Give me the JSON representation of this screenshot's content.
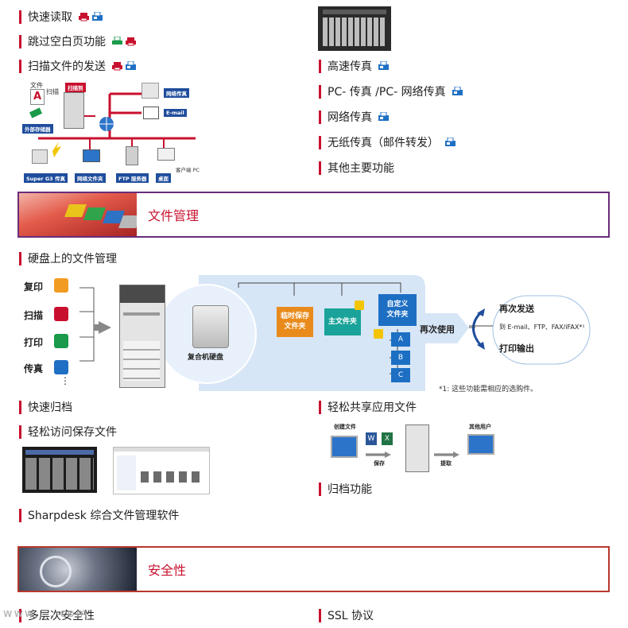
{
  "left_features_top": [
    {
      "label": "快速读取",
      "icons": [
        "printer-red-icon",
        "fax-blue-icon"
      ]
    },
    {
      "label": "跳过空白页功能",
      "icons": [
        "print-green-icon",
        "printer-red-icon"
      ]
    },
    {
      "label": "扫描文件的发送",
      "icons": [
        "printer-red-icon",
        "fax-blue-icon"
      ]
    }
  ],
  "right_features_top": [
    {
      "label": "高速传真",
      "icons": [
        "fax-blue-icon"
      ]
    },
    {
      "label": "PC- 传真 /PC- 网络传真",
      "icons": [
        "fax-blue-icon"
      ]
    },
    {
      "label": "网络传真",
      "icons": [
        "fax-blue-icon"
      ]
    },
    {
      "label": "无纸传真（邮件转发）",
      "icons": [
        "fax-blue-icon"
      ]
    },
    {
      "label": "其他主要功能",
      "icons": []
    }
  ],
  "scan_diagram": {
    "file_label": "文件",
    "scan_label": "扫描",
    "scanner_tag": "扫描到",
    "storage_tag": "外部存储器",
    "super_g3_tag": "Super G3 传真",
    "net_folder_tag": "网络文件夹",
    "ftp_tag": "FTP 服务器",
    "desktop_tag": "桌面",
    "client_pc_label": "客户端 PC",
    "net_fax_tag": "网络传真",
    "email_tag": "E-mail"
  },
  "section_file_management": {
    "title": "文件管理",
    "border_color": "#6a2c7a"
  },
  "hdd_heading": "硬盘上的文件管理",
  "hdd_diagram": {
    "inputs": [
      "复印",
      "扫描",
      "打印",
      "传真"
    ],
    "more": "⋮",
    "hdd_label": "复合机硬盘",
    "temp_folder": "临时保存\n文件夹",
    "main_folder": "主文件夹",
    "custom_folder": "自定义\n文件夹",
    "sub_folders": [
      "A",
      "B",
      "C"
    ],
    "reuse_label": "再次使用",
    "resend_label": "再次发送",
    "resend_detail": "到 E-mail、FTP、FAX/iFAX*¹",
    "print_output": "打印输出",
    "footnote": "*1: 这些功能需相应的选购件。"
  },
  "left_features_mid": [
    {
      "label": "快速归档"
    },
    {
      "label": "轻松访问保存文件"
    }
  ],
  "sharpdesk_label": "Sharpdesk 综合文件管理软件",
  "right_features_mid": [
    {
      "label": "轻松共享应用文件"
    },
    {
      "label": "归档功能"
    }
  ],
  "share_diagram": {
    "create_label": "创建文件",
    "save_label": "保存",
    "fetch_label": "提取",
    "other_users_label": "其他用户"
  },
  "section_security": {
    "title": "安全性",
    "border_color": "#b8382e"
  },
  "bottom_left": "多层次安全性",
  "bottom_right": "SSL 协议",
  "watermark": "www.  . com",
  "colors": {
    "accent": "#c8102e",
    "blue": "#1f4d9c",
    "folder_orange": "#e98b1c",
    "folder_teal": "#1aa39a",
    "folder_blue": "#1d6fc4"
  }
}
